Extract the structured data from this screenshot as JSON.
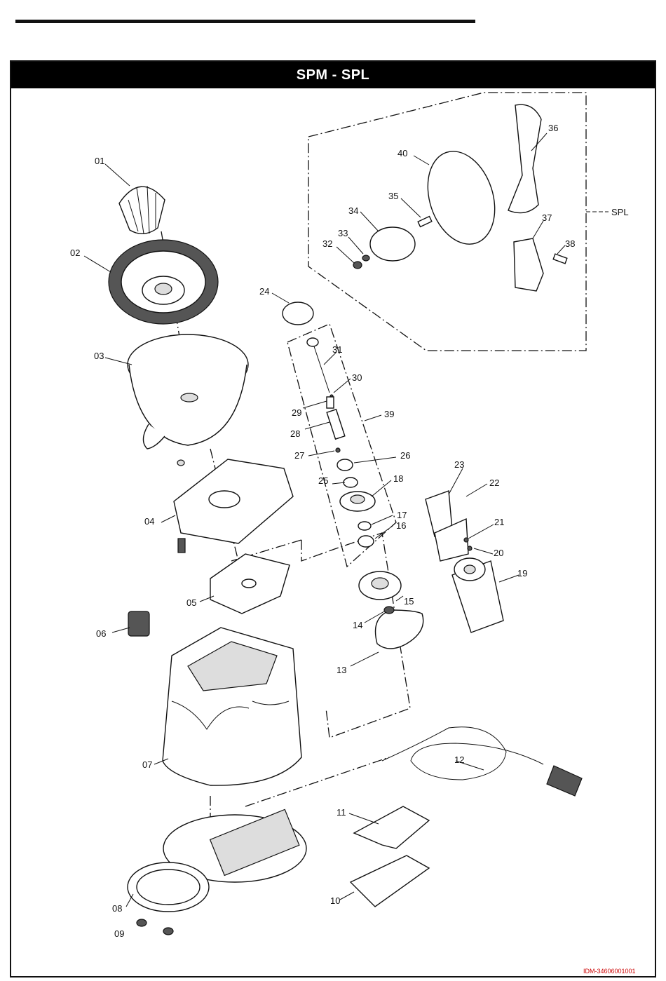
{
  "title": "SPM - SPL",
  "callout_spl": "SPL",
  "doc_id": "IDM-34606001001",
  "labels": {
    "p01": "01",
    "p02": "02",
    "p03": "03",
    "p04": "04",
    "p05": "05",
    "p06": "06",
    "p07": "07",
    "p08": "08",
    "p09": "09",
    "p10": "10",
    "p11": "11",
    "p12": "12",
    "p13": "13",
    "p14": "14",
    "p15": "15",
    "p16": "16",
    "p17": "17",
    "p18": "18",
    "p19": "19",
    "p20": "20",
    "p21": "21",
    "p22": "22",
    "p23": "23",
    "p24": "24",
    "p25": "25",
    "p26": "26",
    "p27": "27",
    "p28": "28",
    "p29": "29",
    "p30": "30",
    "p31": "31",
    "p32": "32",
    "p33": "33",
    "p34": "34",
    "p35": "35",
    "p36": "36",
    "p37": "37",
    "p38": "38",
    "p39": "39",
    "p40": "40"
  }
}
